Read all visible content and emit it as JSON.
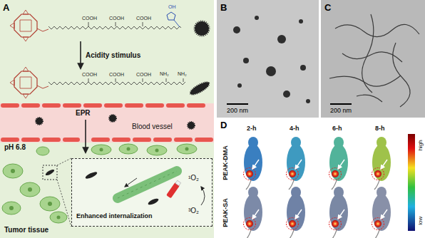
{
  "diagram": {
    "nodes": [
      {
        "text": [
          "EPR",
          "Blood vessel"
        ]
      },
      {
        "text": [
          "Enhanced internalization"
        ]
      }
    ],
    "labels": [
      "A",
      "B",
      "C",
      "D",
      "Acidity stimulus",
      "pH 6.8",
      "Tumor tissue",
      "¹O₂",
      "³O₂",
      "200 nm",
      "200 nm",
      "2-h",
      "4-h",
      "6-h",
      "8-h",
      "PEAK-DMA",
      "PEAK-SA",
      "high",
      "low",
      "COOH",
      "COOH",
      "COOH",
      "OH",
      "COOH",
      "COOH",
      "COOH",
      "NH₂",
      "NH₂"
    ]
  }
}
